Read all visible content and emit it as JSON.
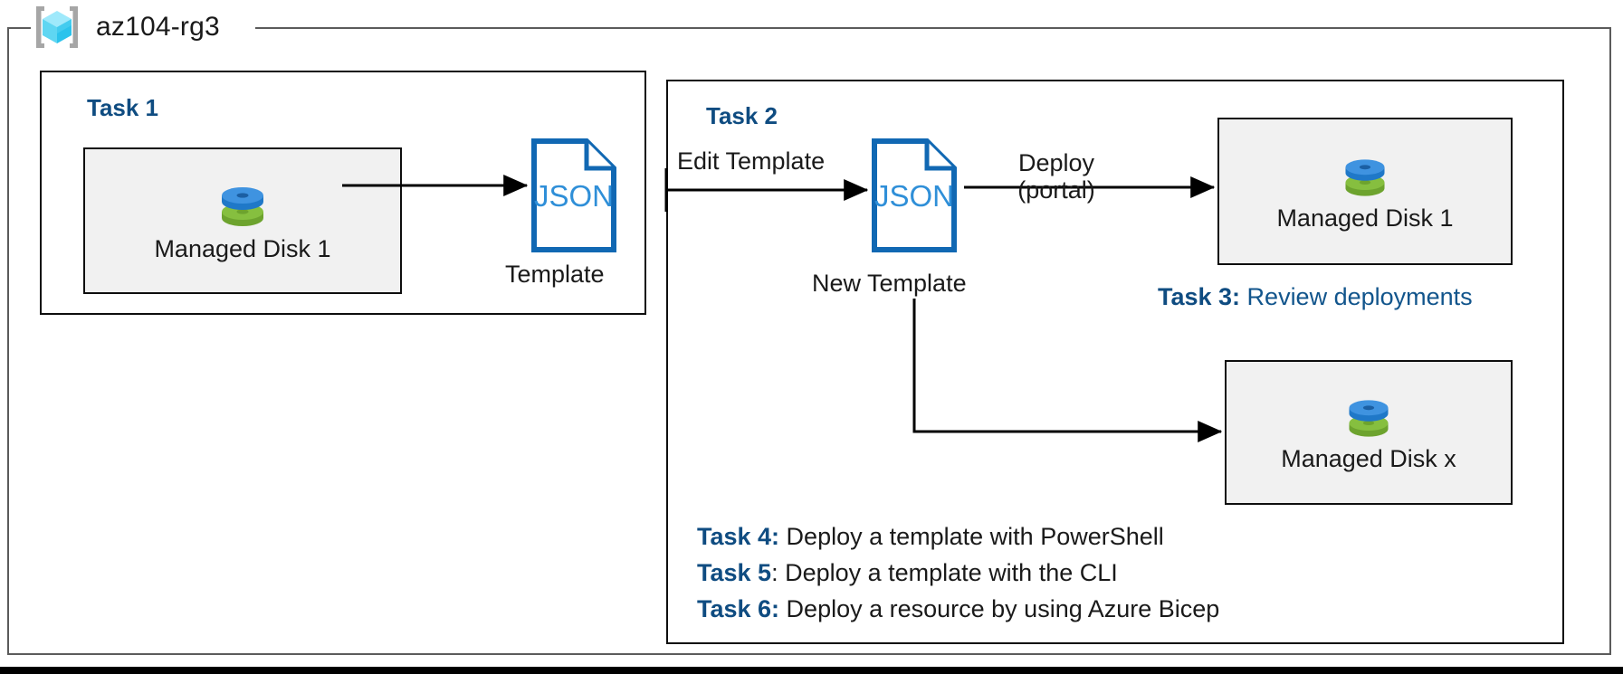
{
  "resource_group": {
    "name": "az104-rg3",
    "icon": "azure-resource-group-icon"
  },
  "task1": {
    "heading": "Task 1",
    "resource": {
      "label": "Managed Disk 1",
      "icon": "managed-disk-icon"
    },
    "template": {
      "doc_label": "JSON",
      "caption": "Template",
      "icon": "json-document-icon"
    }
  },
  "task2": {
    "heading": "Task 2",
    "edit_label": "Edit Template",
    "new_template": {
      "doc_label": "JSON",
      "caption": "New Template",
      "icon": "json-document-icon"
    },
    "deploy_label_line1": "Deploy",
    "deploy_label_line2": "(portal)",
    "deployed_resource": {
      "label": "Managed Disk 1",
      "icon": "managed-disk-icon"
    },
    "scaled_resource": {
      "label": "Managed Disk x",
      "icon": "managed-disk-icon"
    }
  },
  "notes": [
    {
      "key": "Task 3:",
      "desc": " Review deployments",
      "desc_color": "blue"
    },
    {
      "key": "Task 4:",
      "desc": " Deploy a template with PowerShell",
      "desc_color": "black"
    },
    {
      "key": "Task 5",
      "desc": ": Deploy a template with the CLI",
      "desc_color": "black"
    },
    {
      "key": "Task 6:",
      "desc": " Deploy a resource by using Azure Bicep",
      "desc_color": "black"
    }
  ],
  "colors": {
    "task_heading": "#0f4c81",
    "note_desc_blue": "#12558c",
    "json_outline": "#1168b3",
    "json_text": "#2f8fd8",
    "resource_fill": "#f1f1f1",
    "frame_stroke": "#5b5b5b",
    "box_stroke": "#0e0e0e",
    "disk_blue": "#3e8ede",
    "disk_green": "#7cb73b",
    "rg_cube_light": "#8fe3f7",
    "rg_cube_mid": "#3fc6ef",
    "rg_bracket": "#a6a6a6"
  }
}
